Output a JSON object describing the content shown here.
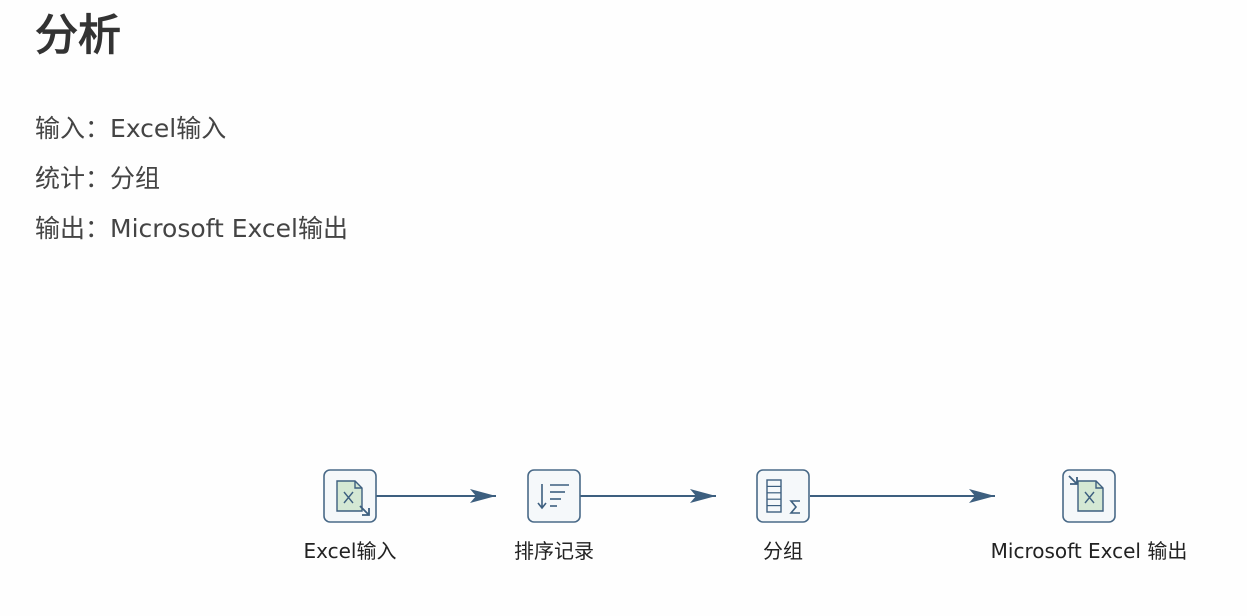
{
  "heading": "分析",
  "info": [
    {
      "key": "输入",
      "sep": "：",
      "value": "Excel输入"
    },
    {
      "key": "统计",
      "sep": "：",
      "value": "分组"
    },
    {
      "key": "输出",
      "sep": "：",
      "value": "Microsoft Excel输出"
    }
  ],
  "flow": {
    "steps": [
      {
        "label": "Excel输入",
        "icon": "excel-input-icon"
      },
      {
        "label": "排序记录",
        "icon": "sort-rows-icon"
      },
      {
        "label": "分组",
        "icon": "group-by-icon"
      },
      {
        "label": "Microsoft Excel 输出",
        "icon": "excel-output-icon"
      }
    ],
    "colors": {
      "connector": "#3d5f7f",
      "icon_border": "#4a6a88",
      "icon_fill": "#f5f8fa",
      "sheet_fill": "#d4e8d4"
    }
  }
}
